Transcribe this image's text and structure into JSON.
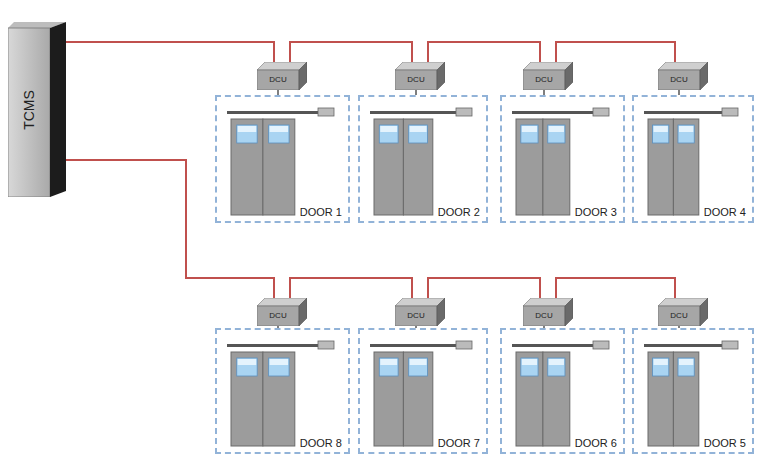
{
  "diagram": {
    "nodes": [
      {
        "text": [
          "TCMS"
        ]
      },
      {
        "text": [
          "DCU"
        ]
      },
      {
        "text": [
          "DOOR 1"
        ]
      },
      {
        "text": [
          "DCU"
        ]
      },
      {
        "text": [
          "DOOR 2"
        ]
      },
      {
        "text": [
          "DCU"
        ]
      },
      {
        "text": [
          "DOOR 3"
        ]
      },
      {
        "text": [
          "DCU"
        ]
      },
      {
        "text": [
          "DOOR 4"
        ]
      },
      {
        "text": [
          "DCU"
        ]
      },
      {
        "text": [
          "DOOR 8"
        ]
      },
      {
        "text": [
          "DCU"
        ]
      },
      {
        "text": [
          "DOOR 7"
        ]
      },
      {
        "text": [
          "DCU"
        ]
      },
      {
        "text": [
          "DOOR 6"
        ]
      },
      {
        "text": [
          "DCU"
        ]
      },
      {
        "text": [
          "DOOR 5"
        ]
      }
    ],
    "edges": [
      {
        "from": 0,
        "to": 1,
        "arrow": "none"
      },
      {
        "from": 1,
        "to": 3,
        "arrow": "none"
      },
      {
        "from": 3,
        "to": 5,
        "arrow": "none"
      },
      {
        "from": 5,
        "to": 7,
        "arrow": "none"
      },
      {
        "from": 0,
        "to": 9,
        "arrow": "none"
      },
      {
        "from": 9,
        "to": 11,
        "arrow": "none"
      },
      {
        "from": 11,
        "to": 13,
        "arrow": "none"
      },
      {
        "from": 13,
        "to": 15,
        "arrow": "none"
      },
      {
        "from": 1,
        "to": 2,
        "arrow": "none"
      },
      {
        "from": 3,
        "to": 4,
        "arrow": "none"
      },
      {
        "from": 5,
        "to": 6,
        "arrow": "none"
      },
      {
        "from": 7,
        "to": 8,
        "arrow": "none"
      },
      {
        "from": 9,
        "to": 10,
        "arrow": "none"
      },
      {
        "from": 11,
        "to": 12,
        "arrow": "none"
      },
      {
        "from": 13,
        "to": 14,
        "arrow": "none"
      },
      {
        "from": 15,
        "to": 16,
        "arrow": "none"
      }
    ]
  }
}
